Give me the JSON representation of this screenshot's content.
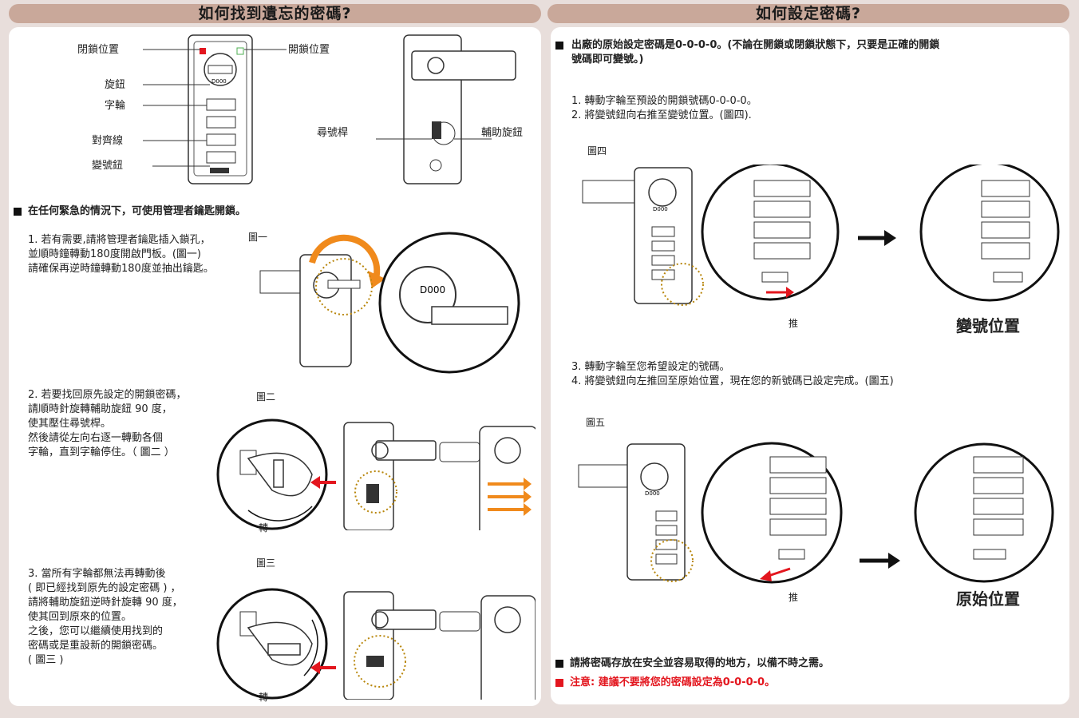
{
  "left": {
    "header": "如何找到遺忘的密碼?",
    "lock_labels": {
      "close_pos": "閉鎖位置",
      "open_pos": "開鎖位置",
      "knob": "旋鈕",
      "wheel": "字輪",
      "align_line": "對齊線",
      "change_btn": "變號鈕",
      "finder_lever": "尋號桿",
      "aux_knob": "輔助旋鈕",
      "model": "D000"
    },
    "emergency": "在任何緊急的情況下，可使用管理者鑰匙開鎖。",
    "step1": "1. 若有需要,請將管理者鑰匙插入鎖孔，\n    並順時鐘轉動180度開啟門板。(圖一)\n    請確保再逆時鐘轉動180度並抽出鑰匙。",
    "fig1": "圖一",
    "step2": "2.  若要找回原先設定的開鎖密碼，\n    請順時針旋轉輔助旋鈕 90 度，\n    使其壓住尋號桿。\n    然後請從左向右逐一轉動各個\n    字輪，直到字輪停住。（ 圖二 ）",
    "fig2": "圖二",
    "turn2": "轉",
    "step3": "3. 當所有字輪都無法再轉動後\n    ( 即已經找到原先的設定密碼 ) ，\n    請將輔助旋鈕逆時針旋轉 90 度，\n    使其回到原來的位置。\n    之後，您可以繼續使用找到的\n    密碼或是重設新的開鎖密碼。\n    ( 圖三 )",
    "fig3": "圖三",
    "turn3": "轉"
  },
  "right": {
    "header": "如何設定密碼?",
    "intro": "出廠的原始設定密碼是0-0-0-0。(不論在開鎖或閉鎖狀態下，只要是正確的開鎖\n號碼即可變號。)",
    "steps12": "1. 轉動字輪至預設的開鎖號碼0-0-0-0。\n2. 將變號鈕向右推至變號位置。(圖四).",
    "fig4": "圖四",
    "push4": "推",
    "change_pos": "變號位置",
    "steps34": "3. 轉動字輪至您希望設定的號碼。\n4. 將變號鈕向左推回至原始位置，現在您的新號碼已設定完成。(圖五)",
    "fig5": "圖五",
    "push5": "推",
    "orig_pos": "原始位置",
    "store_note": "請將密碼存放在安全並容易取得的地方，以備不時之需。",
    "warning": "注意: 建議不要將您的密碼設定為0-0-0-0。"
  },
  "colors": {
    "header_bg": "#c9a89a",
    "accent_red": "#e3161e",
    "accent_orange": "#f08a1c",
    "page_bg": "#e8dedb"
  }
}
